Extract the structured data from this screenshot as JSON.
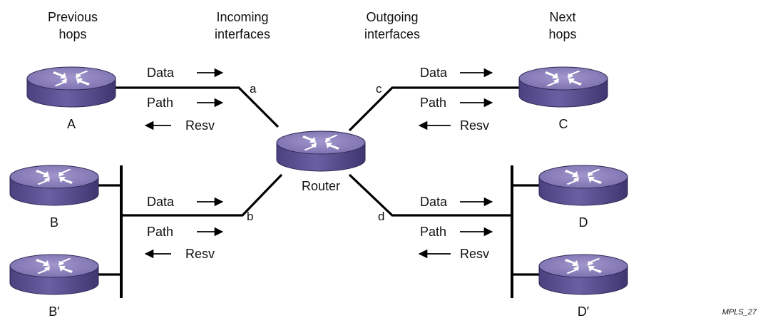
{
  "headers": {
    "previous": [
      "Previous",
      "hops"
    ],
    "incoming": [
      "Incoming",
      "interfaces"
    ],
    "outgoing": [
      "Outgoing",
      "interfaces"
    ],
    "next": [
      "Next",
      "hops"
    ]
  },
  "routers": {
    "A": "A",
    "B": "B",
    "B2": "B′",
    "router": "Router",
    "C": "C",
    "D": "D",
    "D2": "D′"
  },
  "interfaces": {
    "a": "a",
    "b": "b",
    "c": "c",
    "d": "d"
  },
  "messages": {
    "data": "Data",
    "path": "Path",
    "resv": "Resv"
  },
  "figure_tag": "MPLS_27",
  "colors": {
    "router_top": "#8a7fb8",
    "router_side": "#5f5495",
    "router_edge": "#2e2752",
    "line": "#000000"
  }
}
